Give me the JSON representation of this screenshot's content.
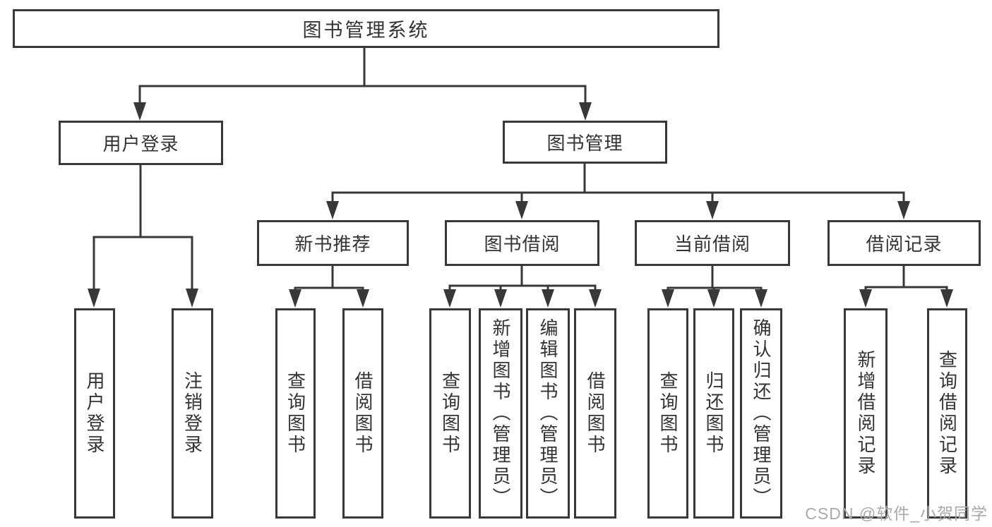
{
  "diagram": {
    "root": {
      "label": "图书管理系统"
    },
    "level2": [
      {
        "label": "用户登录"
      },
      {
        "label": "图书管理"
      }
    ],
    "level3": [
      {
        "label": "新书推荐"
      },
      {
        "label": "图书借阅"
      },
      {
        "label": "当前借阅"
      },
      {
        "label": "借阅记录"
      }
    ],
    "leaves": {
      "user_login": [
        "用户登录",
        "注销登录"
      ],
      "new_book": [
        "查询图书",
        "借阅图书"
      ],
      "book_borrow": [
        "查询图书",
        "新增图书（管理员）",
        "编辑图书（管理员）",
        "借阅图书"
      ],
      "current_borrow": [
        "查询图书",
        "归还图书",
        "确认归还（管理员）"
      ],
      "borrow_records": [
        "新增借阅记录",
        "查询借阅记录"
      ]
    },
    "colors": {
      "line": "#383838",
      "text": "#333333",
      "box_background": "#ffffff"
    }
  },
  "watermark": {
    "text": "CSDN @软件_小贺同学",
    "color": "#aaaaaa"
  }
}
